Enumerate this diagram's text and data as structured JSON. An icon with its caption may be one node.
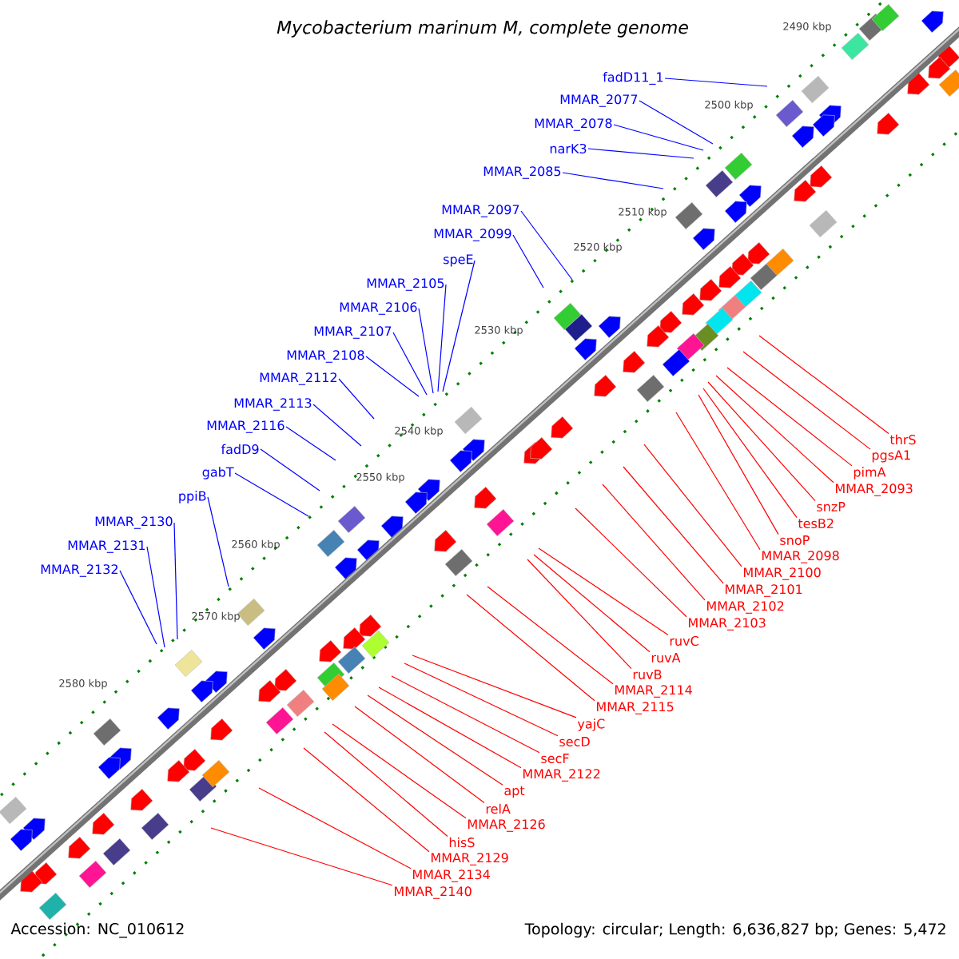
{
  "diagram": {
    "title": "*Mycobacterium marinum* M, complete genome",
    "nodes": [
      {
        "text": [
          "fadD11_1"
        ]
      },
      {
        "text": [
          "MMAR_2077"
        ]
      },
      {
        "text": [
          "MMAR_2078"
        ]
      },
      {
        "text": [
          "narK3"
        ]
      },
      {
        "text": [
          "MMAR_2085"
        ]
      },
      {
        "text": [
          "MMAR_2097"
        ]
      },
      {
        "text": [
          "MMAR_2099"
        ]
      },
      {
        "text": [
          "speE"
        ]
      },
      {
        "text": [
          "MMAR_2105"
        ]
      },
      {
        "text": [
          "MMAR_2106"
        ]
      },
      {
        "text": [
          "MMAR_2107"
        ]
      },
      {
        "text": [
          "MMAR_2108"
        ]
      },
      {
        "text": [
          "MMAR_2112"
        ]
      },
      {
        "text": [
          "MMAR_2113"
        ]
      },
      {
        "text": [
          "MMAR_2116"
        ]
      },
      {
        "text": [
          "fadD9"
        ]
      },
      {
        "text": [
          "gabT"
        ]
      },
      {
        "text": [
          "ppiB"
        ]
      },
      {
        "text": [
          "MMAR_2130"
        ]
      },
      {
        "text": [
          "MMAR_2131"
        ]
      },
      {
        "text": [
          "MMAR_2132"
        ]
      },
      {
        "text": [
          "thrS"
        ]
      },
      {
        "text": [
          "pgsA1"
        ]
      },
      {
        "text": [
          "pimA"
        ]
      },
      {
        "text": [
          "MMAR_2093"
        ]
      },
      {
        "text": [
          "snzP"
        ]
      },
      {
        "text": [
          "tesB2"
        ]
      },
      {
        "text": [
          "snoP"
        ]
      },
      {
        "text": [
          "MMAR_2098"
        ]
      },
      {
        "text": [
          "MMAR_2100"
        ]
      },
      {
        "text": [
          "MMAR_2101"
        ]
      },
      {
        "text": [
          "MMAR_2102"
        ]
      },
      {
        "text": [
          "MMAR_2103"
        ]
      },
      {
        "text": [
          "ruvC"
        ]
      },
      {
        "text": [
          "ruvA"
        ]
      },
      {
        "text": [
          "ruvB"
        ]
      },
      {
        "text": [
          "MMAR_2114"
        ]
      },
      {
        "text": [
          "MMAR_2115"
        ]
      },
      {
        "text": [
          "yajC"
        ]
      },
      {
        "text": [
          "secD"
        ]
      },
      {
        "text": [
          "secF"
        ]
      },
      {
        "text": [
          "MMAR_2122"
        ]
      },
      {
        "text": [
          "apt"
        ]
      },
      {
        "text": [
          "relA"
        ]
      },
      {
        "text": [
          "MMAR_2126"
        ]
      },
      {
        "text": [
          "hisS"
        ]
      },
      {
        "text": [
          "MMAR_2129"
        ]
      },
      {
        "text": [
          "MMAR_2134"
        ]
      },
      {
        "text": [
          "MMAR_2140"
        ]
      }
    ],
    "edges": [
      {
        "from": 0,
        "to": null,
        "arrow": "none",
        "color": "#0000ff"
      },
      {
        "from": 1,
        "to": null,
        "arrow": "none",
        "color": "#0000ff"
      },
      {
        "from": 2,
        "to": null,
        "arrow": "none",
        "color": "#0000ff"
      },
      {
        "from": 3,
        "to": null,
        "arrow": "none",
        "color": "#0000ff"
      },
      {
        "from": 4,
        "to": null,
        "arrow": "none",
        "color": "#0000ff"
      },
      {
        "from": 5,
        "to": null,
        "arrow": "none",
        "color": "#0000ff"
      },
      {
        "from": 6,
        "to": null,
        "arrow": "none",
        "color": "#0000ff"
      },
      {
        "from": 7,
        "to": null,
        "arrow": "none",
        "color": "#0000ff"
      },
      {
        "from": 8,
        "to": null,
        "arrow": "none",
        "color": "#0000ff"
      },
      {
        "from": 9,
        "to": null,
        "arrow": "none",
        "color": "#0000ff"
      },
      {
        "from": 10,
        "to": null,
        "arrow": "none",
        "color": "#0000ff"
      },
      {
        "from": 11,
        "to": null,
        "arrow": "none",
        "color": "#0000ff"
      },
      {
        "from": 12,
        "to": null,
        "arrow": "none",
        "color": "#0000ff"
      },
      {
        "from": 13,
        "to": null,
        "arrow": "none",
        "color": "#0000ff"
      },
      {
        "from": 14,
        "to": null,
        "arrow": "none",
        "color": "#0000ff"
      },
      {
        "from": 15,
        "to": null,
        "arrow": "none",
        "color": "#0000ff"
      },
      {
        "from": 16,
        "to": null,
        "arrow": "none",
        "color": "#0000ff"
      },
      {
        "from": 17,
        "to": null,
        "arrow": "none",
        "color": "#0000ff"
      },
      {
        "from": 18,
        "to": null,
        "arrow": "none",
        "color": "#0000ff"
      },
      {
        "from": 19,
        "to": null,
        "arrow": "none",
        "color": "#0000ff"
      },
      {
        "from": 20,
        "to": null,
        "arrow": "none",
        "color": "#0000ff"
      },
      {
        "from": 21,
        "to": null,
        "arrow": "none"
      },
      {
        "from": 22,
        "to": null,
        "arrow": "none"
      },
      {
        "from": 23,
        "to": null,
        "arrow": "none"
      },
      {
        "from": 24,
        "to": null,
        "arrow": "none"
      },
      {
        "from": 25,
        "to": null,
        "arrow": "none"
      },
      {
        "from": 26,
        "to": null,
        "arrow": "none"
      },
      {
        "from": 27,
        "to": null,
        "arrow": "none"
      },
      {
        "from": 28,
        "to": null,
        "arrow": "none"
      },
      {
        "from": 29,
        "to": null,
        "arrow": "none"
      },
      {
        "from": 30,
        "to": null,
        "arrow": "none"
      },
      {
        "from": 31,
        "to": null,
        "arrow": "none"
      },
      {
        "from": 32,
        "to": null,
        "arrow": "none"
      },
      {
        "from": 33,
        "to": null,
        "arrow": "none"
      },
      {
        "from": 34,
        "to": null,
        "arrow": "none"
      },
      {
        "from": 35,
        "to": null,
        "arrow": "none"
      },
      {
        "from": 36,
        "to": null,
        "arrow": "none"
      },
      {
        "from": 37,
        "to": null,
        "arrow": "none"
      },
      {
        "from": 38,
        "to": null,
        "arrow": "none"
      },
      {
        "from": 39,
        "to": null,
        "arrow": "none"
      },
      {
        "from": 40,
        "to": null,
        "arrow": "none"
      },
      {
        "from": 41,
        "to": null,
        "arrow": "none"
      },
      {
        "from": 42,
        "to": null,
        "arrow": "none"
      },
      {
        "from": 43,
        "to": null,
        "arrow": "none"
      },
      {
        "from": 44,
        "to": null,
        "arrow": "none"
      },
      {
        "from": 45,
        "to": null,
        "arrow": "none"
      },
      {
        "from": 46,
        "to": null,
        "arrow": "none"
      },
      {
        "from": 47,
        "to": null,
        "arrow": "none"
      },
      {
        "from": 48,
        "to": null,
        "arrow": "none"
      }
    ],
    "labels": [
      "2490 kbp",
      "2500 kbp",
      "2510 kbp",
      "2520 kbp",
      "2530 kbp",
      "2540 kbp",
      "2550 kbp",
      "2560 kbp",
      "2570 kbp",
      "2580 kbp",
      "Accession: NC_010612",
      "Topology: circular; Length: 6,636,827 bp; Genes: 5,472"
    ]
  }
}
